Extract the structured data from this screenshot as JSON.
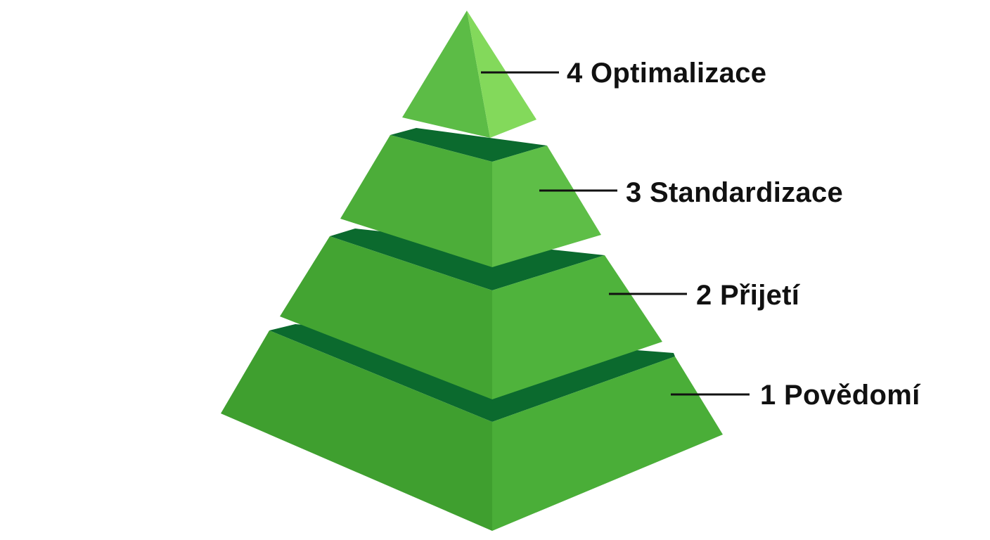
{
  "diagram": {
    "type": "pyramid",
    "levels": [
      {
        "number": "1",
        "label": "1 Povědomí"
      },
      {
        "number": "2",
        "label": "2 Přijetí"
      },
      {
        "number": "3",
        "label": "3 Standardizace"
      },
      {
        "number": "4",
        "label": "4 Optimalizace"
      }
    ],
    "colors": {
      "front_face": "#3d9e2e",
      "right_face": "#4aae38",
      "top_band": "#0b6a2e",
      "tip_front": "#5cbc46",
      "tip_right": "#83d95b",
      "leader_line": "#111111"
    }
  }
}
